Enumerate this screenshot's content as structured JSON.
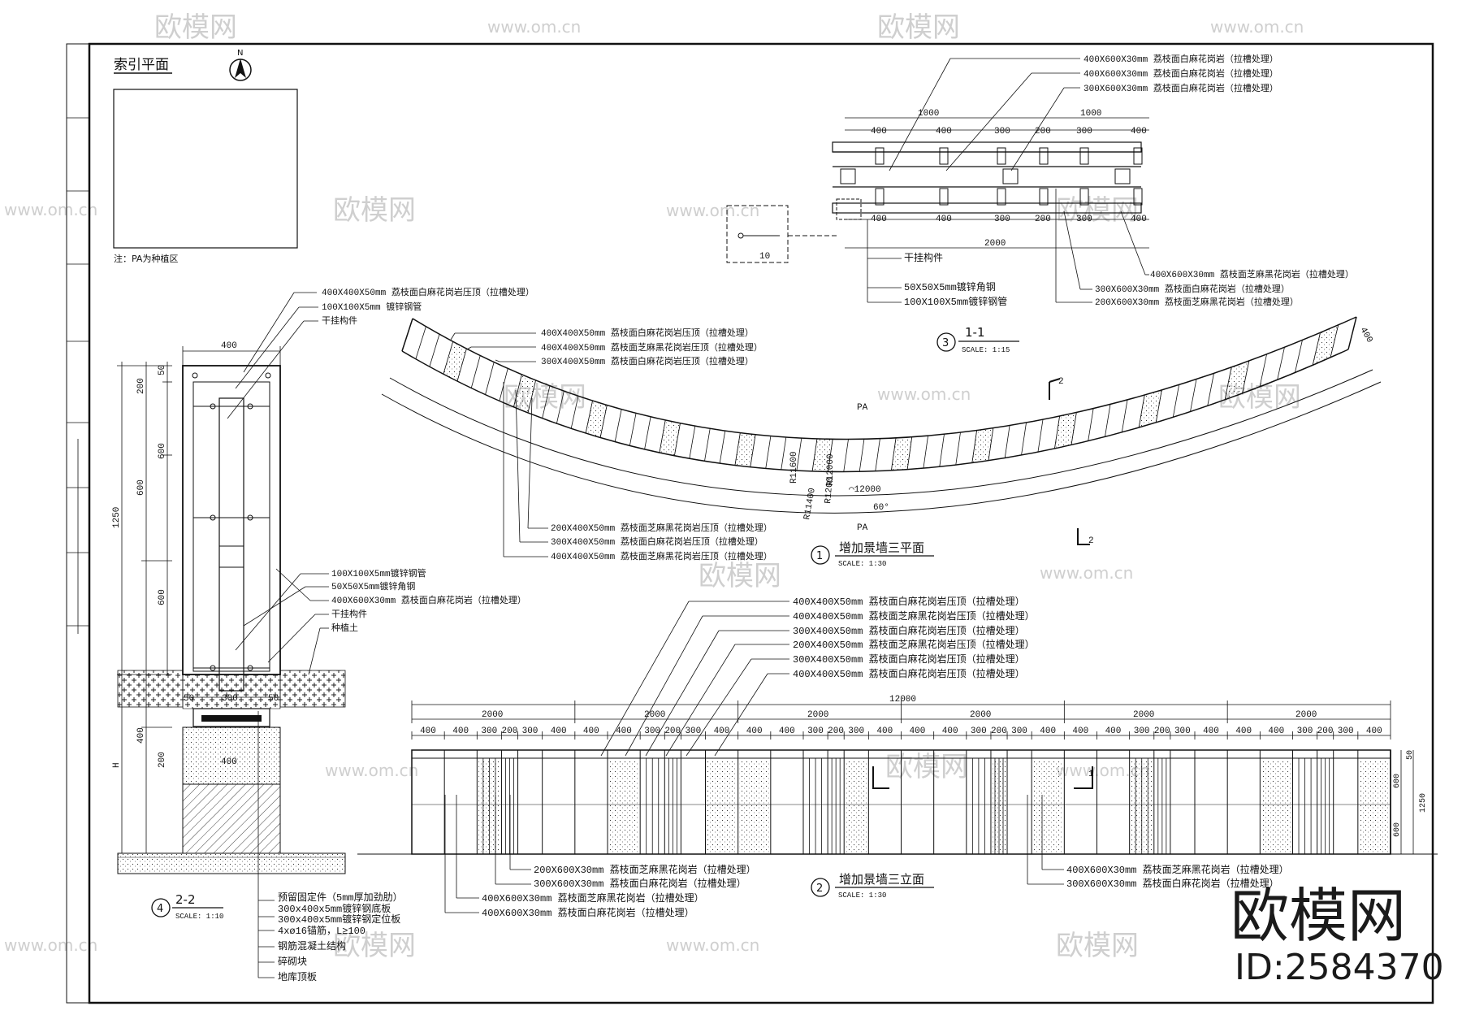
{
  "index_plan": {
    "title": "索引平面",
    "north": "N",
    "note": "注：PA为种植区"
  },
  "section_22": {
    "callouts_top": [
      "400X400X50mm 荔枝面白麻花岗岩压顶（拉槽处理）",
      "100X100X5mm 镀锌钢管",
      "干挂构件"
    ],
    "callouts_right": [
      "100X100X5mm镀锌钢管",
      "50X50X5mm镀锌角钢",
      "400X600X30mm 荔枝面白麻花岗岩（拉槽处理）",
      "干挂构件",
      "种植土"
    ],
    "callouts_bottom": [
      "预留固定件（5mm厚加劲肋）",
      "300x400x5mm镀锌钢底板",
      "300x400x5mm镀锌钢定位板",
      "4xø16锚筋，L≥100",
      "钢筋混凝土结构",
      "碎砌块",
      "地库顶板"
    ],
    "dims": {
      "w400": "400",
      "d50": "50",
      "d200": "200",
      "d600a": "600",
      "d600b": "600",
      "d600c": "600",
      "d1250": "1250",
      "d400": "400",
      "d200b": "200",
      "f50a": "50",
      "f300": "300",
      "f50b": "50",
      "f400": "400",
      "h": "H"
    },
    "label": {
      "num": "4",
      "title": "2-2",
      "scale": "SCALE:  1:10"
    }
  },
  "section_11": {
    "callouts_top": [
      "400X600X30mm 荔枝面白麻花岗岩（拉槽处理）",
      "400X600X30mm 荔枝面白麻花岗岩（拉槽处理）",
      "300X600X30mm 荔枝面白麻花岗岩（拉槽处理）"
    ],
    "callouts_bottom_left": [
      "干挂构件",
      "50X50X5mm镀锌角钢",
      "100X100X5mm镀锌钢管"
    ],
    "callouts_bottom_right": [
      "400X600X30mm 荔枝面芝麻黑花岗岩（拉槽处理）",
      "300X600X30mm 荔枝面白麻花岗岩（拉槽处理）",
      "200X600X30mm 荔枝面芝麻黑花岗岩（拉槽处理）"
    ],
    "dims_top": [
      "400",
      "400",
      "300",
      "200",
      "300",
      "400"
    ],
    "dims_bot": [
      "400",
      "400",
      "300",
      "200",
      "300",
      "400"
    ],
    "d1000a": "1000",
    "d1000b": "1000",
    "d2000": "2000",
    "detail": "10",
    "label": {
      "num": "3",
      "title": "1-1",
      "scale": "SCALE:  1:15"
    }
  },
  "plan": {
    "callouts_top": [
      "400X400X50mm 荔枝面白麻花岗岩压顶（拉槽处理）",
      "400X400X50mm 荔枝面芝麻黑花岗岩压顶（拉槽处理）",
      "300X400X50mm 荔枝面白麻花岗岩压顶（拉槽处理）"
    ],
    "callouts_bottom": [
      "200X400X50mm 荔枝面芝麻黑花岗岩压顶（拉槽处理）",
      "300X400X50mm 荔枝面白麻花岗岩压顶（拉槽处理）",
      "400X400X50mm 荔枝面芝麻黑花岗岩压顶（拉槽处理）"
    ],
    "pa1": "PA",
    "pa2": "PA",
    "r11600": "R11600",
    "r12000": "R12000",
    "r11400": "R11400",
    "r1200": "R1200",
    "arc": "⌒12000",
    "angle": "60°",
    "w400": "400",
    "cut1": "2",
    "cut2": "2",
    "label": {
      "num": "1",
      "title": "增加景墙三平面",
      "scale": "SCALE:  1:30"
    }
  },
  "elevation": {
    "callouts_top": [
      "400X400X50mm 荔枝面白麻花岗岩压顶（拉槽处理）",
      "400X400X50mm 荔枝面芝麻黑花岗岩压顶（拉槽处理）",
      "300X400X50mm 荔枝面白麻花岗岩压顶（拉槽处理）",
      "200X400X50mm 荔枝面芝麻黑花岗岩压顶（拉槽处理）",
      "300X400X50mm 荔枝面白麻花岗岩压顶（拉槽处理）",
      "400X400X50mm 荔枝面白麻花岗岩压顶（拉槽处理）"
    ],
    "callouts_bottom_left": [
      "200X600X30mm 荔枝面芝麻黑花岗岩（拉槽处理）",
      "300X600X30mm 荔枝面白麻花岗岩（拉槽处理）",
      "400X600X30mm 荔枝面芝麻黑花岗岩（拉槽处理）",
      "400X600X30mm 荔枝面白麻花岗岩（拉槽处理）"
    ],
    "callouts_bottom_right": [
      "400X600X30mm 荔枝面芝麻黑花岗岩（拉槽处理）",
      "300X600X30mm 荔枝面白麻花岗岩（拉槽处理）"
    ],
    "total": "12000",
    "segments": [
      "2000",
      "2000",
      "2000",
      "2000",
      "2000",
      "2000"
    ],
    "module": [
      "400",
      "400",
      "300",
      "200",
      "300",
      "400"
    ],
    "right_dims": [
      "50",
      "600",
      "600",
      "1250"
    ],
    "cut": "1",
    "label": {
      "num": "2",
      "title": "增加景墙三立面",
      "scale": "SCALE:  1:30"
    }
  },
  "watermark": {
    "brand": "欧模网",
    "site": "www.om.cn",
    "id": "ID:2584370"
  }
}
